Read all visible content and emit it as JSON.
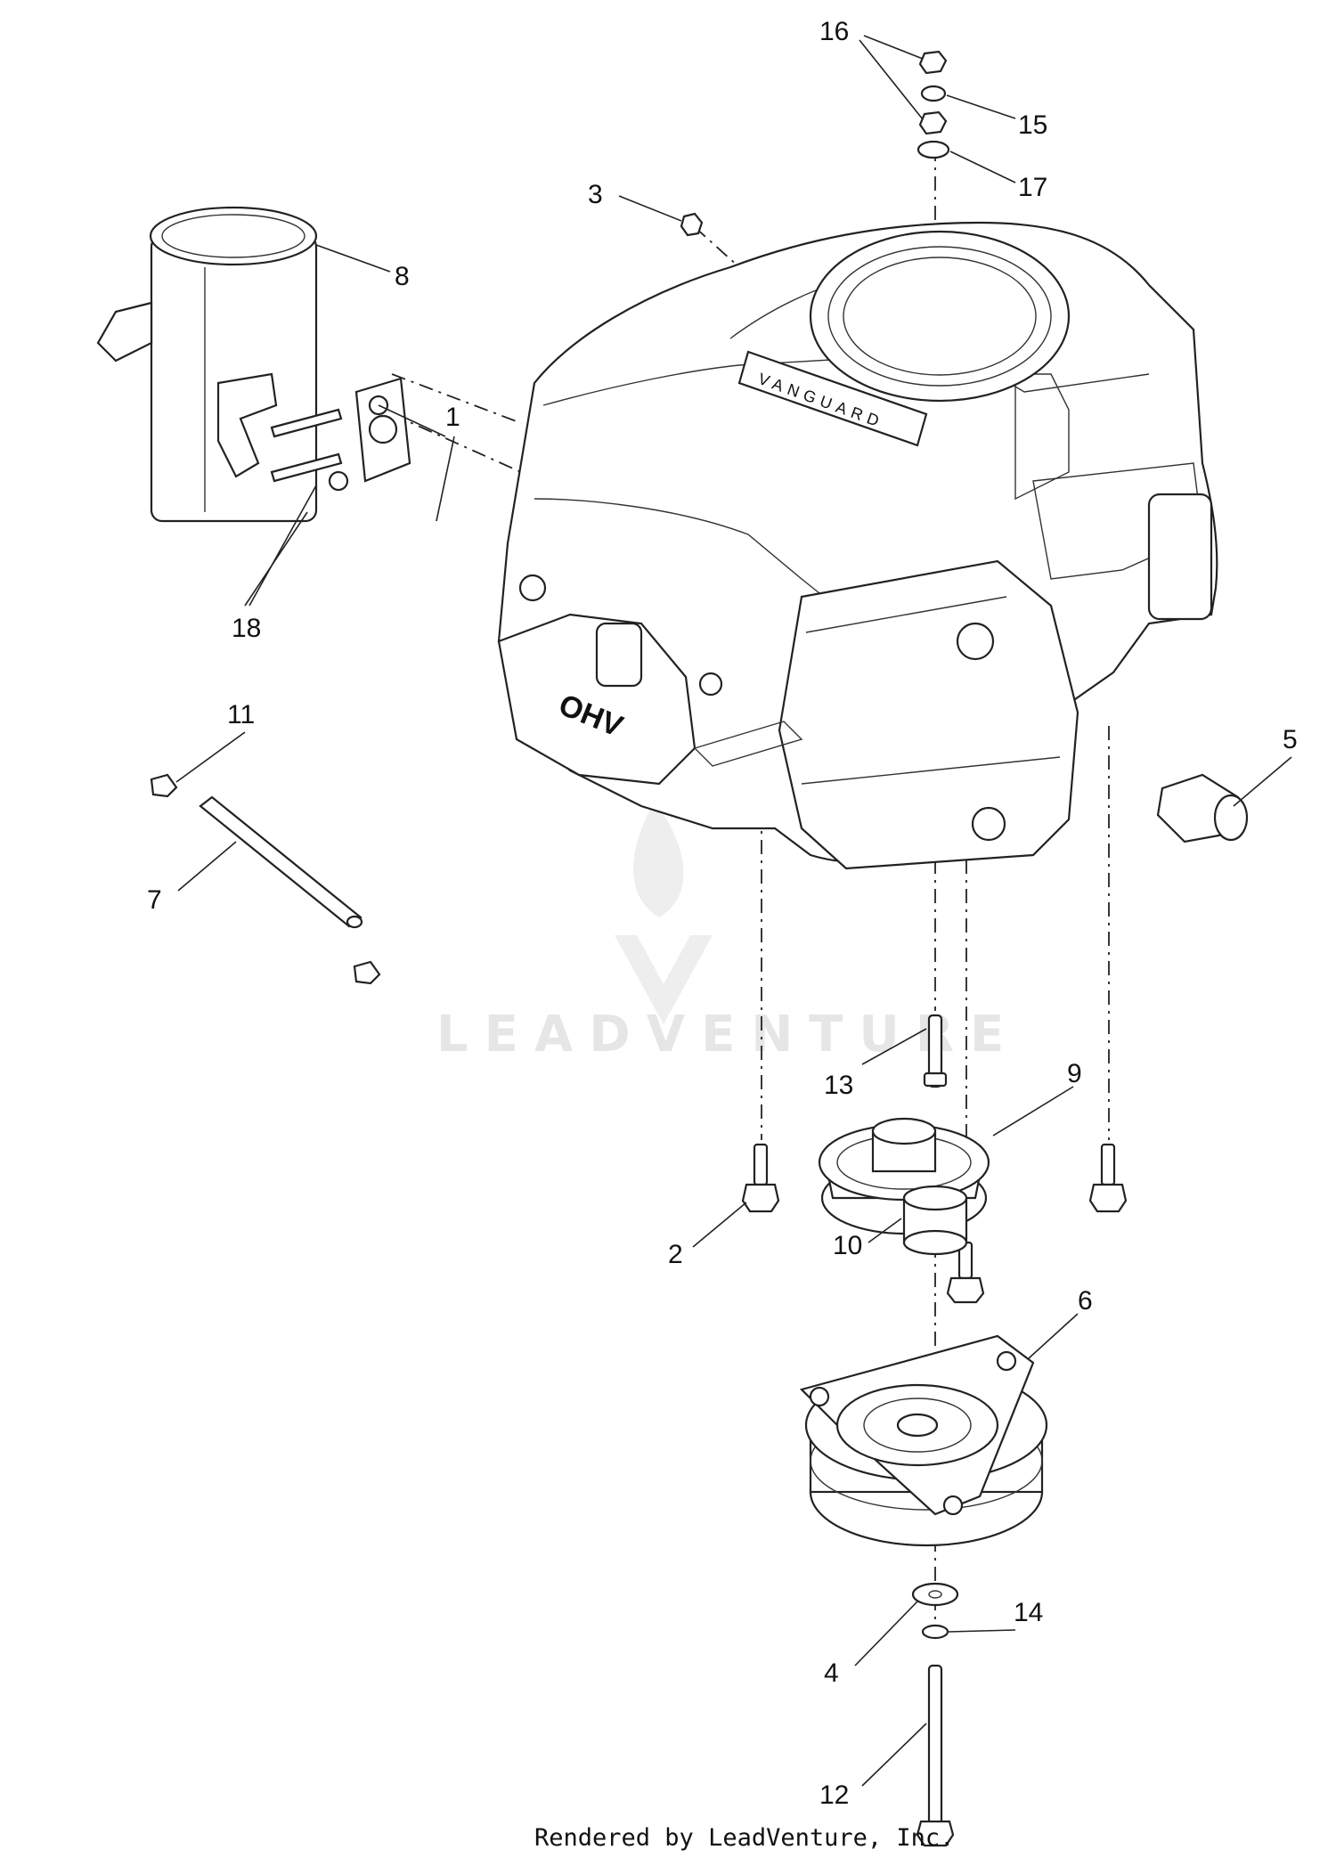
{
  "diagram": {
    "engine_brand": "VANGUARD",
    "engine_badge": "OHV",
    "watermark": "LEADVENTURE",
    "footer": "Rendered by LeadVenture, Inc.",
    "callouts": [
      {
        "id": "1",
        "label": "1"
      },
      {
        "id": "2",
        "label": "2"
      },
      {
        "id": "3",
        "label": "3"
      },
      {
        "id": "4",
        "label": "4"
      },
      {
        "id": "5",
        "label": "5"
      },
      {
        "id": "6",
        "label": "6"
      },
      {
        "id": "7",
        "label": "7"
      },
      {
        "id": "8",
        "label": "8"
      },
      {
        "id": "9",
        "label": "9"
      },
      {
        "id": "10",
        "label": "10"
      },
      {
        "id": "11",
        "label": "11"
      },
      {
        "id": "12",
        "label": "12"
      },
      {
        "id": "13",
        "label": "13"
      },
      {
        "id": "14",
        "label": "14"
      },
      {
        "id": "15",
        "label": "15"
      },
      {
        "id": "16",
        "label": "16"
      },
      {
        "id": "17",
        "label": "17"
      },
      {
        "id": "18",
        "label": "18"
      }
    ]
  }
}
